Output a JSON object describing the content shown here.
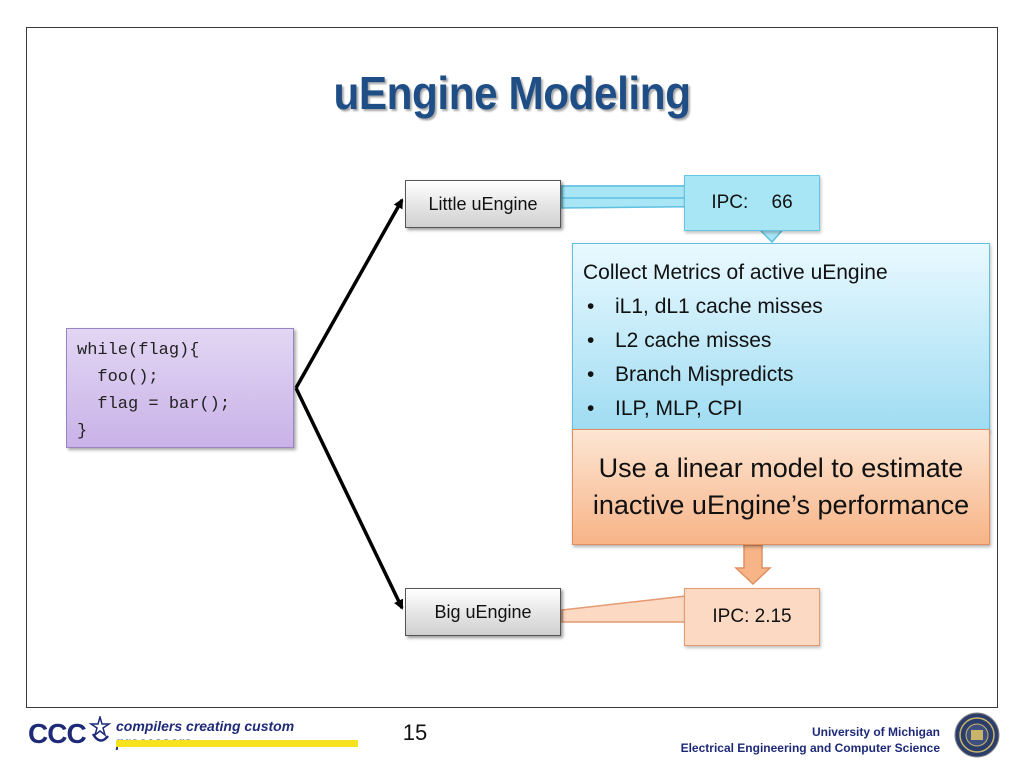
{
  "slide": {
    "title": "uEngine Modeling",
    "page_number": "15"
  },
  "code": {
    "lines": [
      "while(flag){",
      "  foo();",
      "  flag = bar();",
      "}"
    ]
  },
  "engines": {
    "little_label": "Little uEngine",
    "big_label": "Big uEngine"
  },
  "ipc": {
    "little_visible_prefix": "IPC: ",
    "little_visible_suffix": "66",
    "big": "IPC: 2.15"
  },
  "metrics": {
    "heading": "Collect Metrics of active uEngine",
    "items": [
      "iL1, dL1 cache misses",
      "L2 cache misses",
      "Branch Mispredicts",
      "ILP, MLP, CPI"
    ]
  },
  "model": {
    "text": "Use a linear model to estimate inactive uEngine’s performance"
  },
  "footer": {
    "logo_text": "CCC",
    "tagline": "compilers creating custom processors",
    "university": "University of Michigan",
    "department": "Electrical Engineering and Computer Science"
  },
  "colors": {
    "title": "#1f4e86",
    "code_fill": "#d6c4ee",
    "metrics_fill": "#a8e6f6",
    "model_fill": "#f7b487",
    "ipc_big_fill": "#fcd9c2",
    "footer_text": "#1e2a78",
    "tagline_bar": "#f6e31d"
  }
}
